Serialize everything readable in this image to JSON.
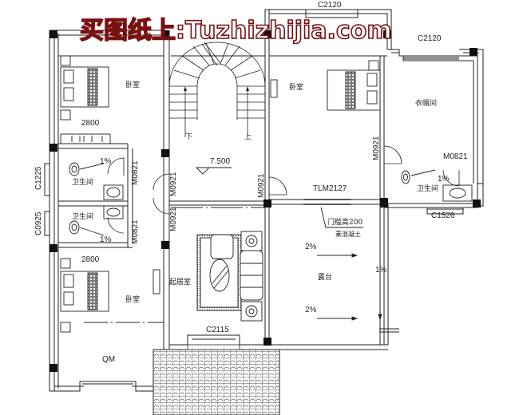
{
  "watermark": "买图纸上:Tuzhizhijia.com",
  "rooms": {
    "bedroom_top_left": "卧室",
    "bedroom_top_right": "卧室",
    "bedroom_bottom_left": "卧室",
    "closet": "衣帽间",
    "bathroom_left_top": "卫生间",
    "bathroom_left_bottom": "卫生间",
    "bathroom_right": "卫生间",
    "living_room": "起居室",
    "terrace": "露台"
  },
  "labels": {
    "window_top": "C2120",
    "window_top_right": "C2120",
    "window_left_1": "C1225",
    "window_left_2": "C0925",
    "window_bottom_right": "C1526",
    "window_living": "C2115",
    "window_bottom_left": "QM",
    "dim_top": "2800",
    "dim_bottom": "2800",
    "door_m0821_1": "M0821",
    "door_m0821_2": "M0821",
    "door_m0821_3": "M0821",
    "door_m0921_1": "M0921",
    "door_m0921_2": "M0921",
    "door_m0921_3": "M0921",
    "door_m0921_4": "M0921",
    "sliding_door": "TLM2127",
    "elevation": "7.500",
    "stair_down": "下",
    "stair_up": "上",
    "threshold_note": "门槛高200",
    "threshold_material": "素混凝土",
    "slope_1": "1%",
    "slope_2": "1%",
    "slope_3": "1%",
    "slope_terrace_1": "2%",
    "slope_terrace_2": "2%",
    "slope_terrace_side": "1%"
  }
}
